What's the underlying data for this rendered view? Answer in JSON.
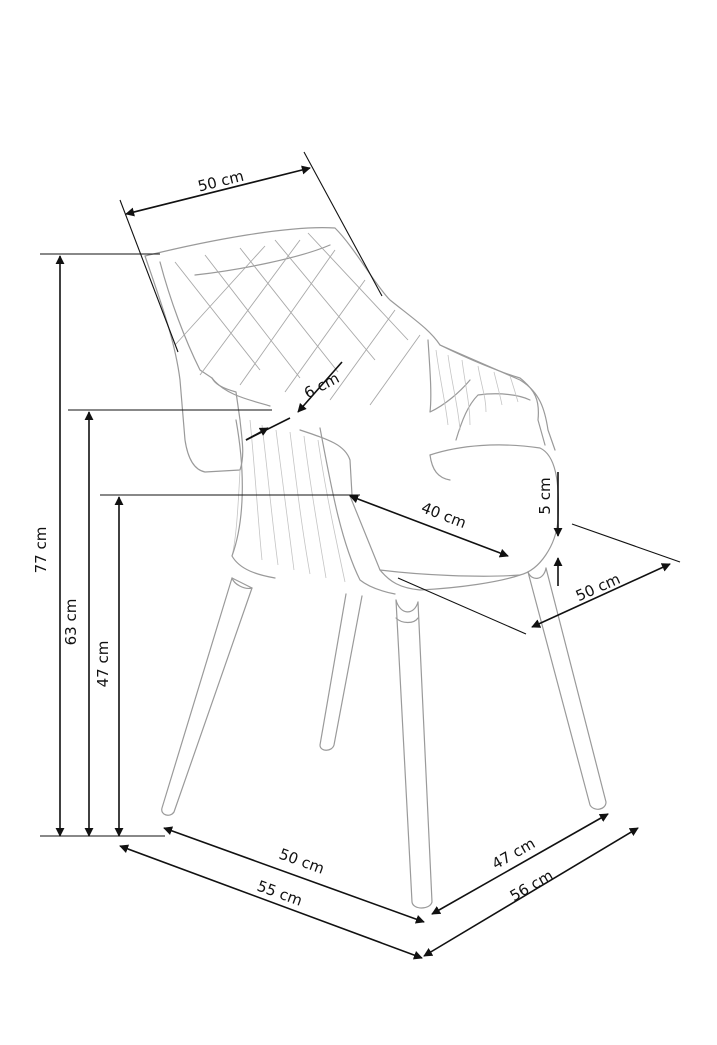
{
  "dimensions": {
    "back_width": "50 cm",
    "total_height": "77 cm",
    "armrest_height": "63 cm",
    "seat_height": "47 cm",
    "armrest_width": "6 cm",
    "seat_depth": "40 cm",
    "seat_thickness": "5 cm",
    "seat_width": "50 cm",
    "leg_span_front": "50 cm",
    "overall_width": "55 cm",
    "leg_span_side": "47 cm",
    "overall_depth": "56 cm"
  }
}
